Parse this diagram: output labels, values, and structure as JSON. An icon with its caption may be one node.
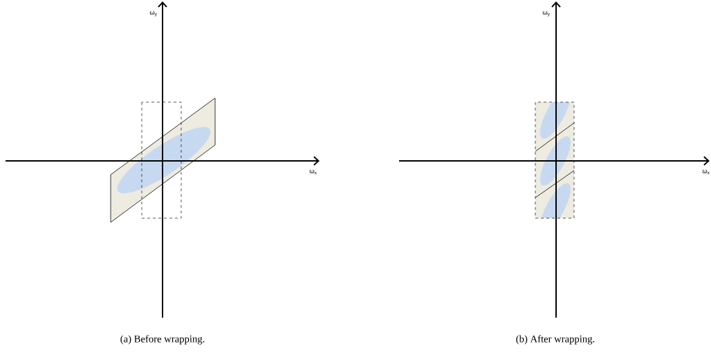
{
  "diagram": {
    "labels": [
      "ω$_{y}$",
      "ω$_{x}$",
      "(a) Before wrapping.",
      "ω$_{y}$",
      "ω$_{x}$",
      "(b) After wrapping."
    ]
  }
}
